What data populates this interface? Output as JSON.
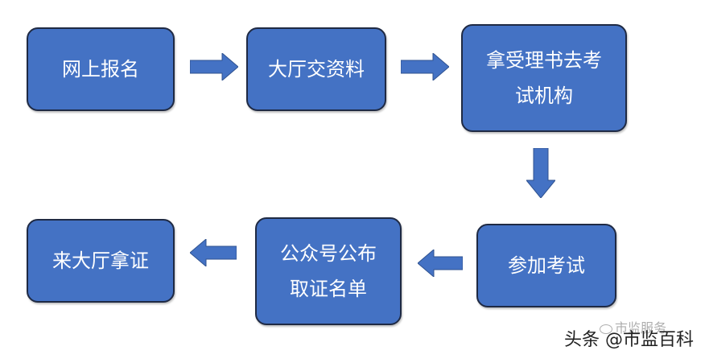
{
  "steps": [
    {
      "lines": [
        "网上报名"
      ]
    },
    {
      "lines": [
        "大厅交资料"
      ]
    },
    {
      "lines": [
        "拿受理书去考",
        "试机构"
      ]
    },
    {
      "lines": [
        "参加考试"
      ]
    },
    {
      "lines": [
        "公众号公布",
        "取证名单"
      ]
    },
    {
      "lines": [
        "来大厅拿证"
      ]
    }
  ],
  "colors": {
    "box_fill": "#4472c4",
    "box_border": "#1f2a44",
    "arrow_fill": "#4472c4"
  },
  "watermark": {
    "text": "头条 @市监百科",
    "overlay_text": "市监服务"
  }
}
